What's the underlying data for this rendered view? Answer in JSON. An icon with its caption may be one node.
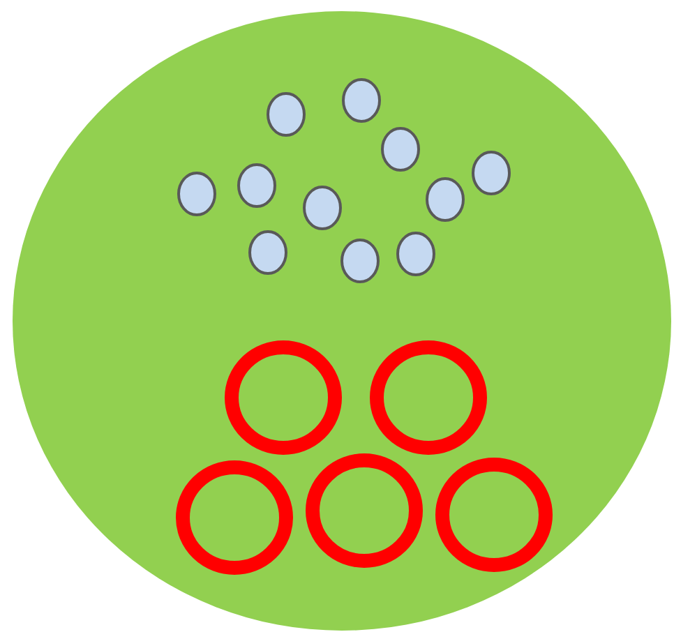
{
  "diagram": {
    "nodes": [
      {
        "text": [],
        "shape": "circle"
      },
      {
        "text": [],
        "shape": "circle",
        "in": 0
      },
      {
        "text": [],
        "shape": "circle",
        "in": 0
      },
      {
        "text": [],
        "shape": "circle",
        "in": 0
      },
      {
        "text": [],
        "shape": "circle",
        "in": 0
      },
      {
        "text": [],
        "shape": "circle",
        "in": 0
      },
      {
        "text": [],
        "shape": "circle",
        "in": 0
      },
      {
        "text": [],
        "shape": "circle",
        "in": 0
      },
      {
        "text": [],
        "shape": "circle",
        "in": 0
      },
      {
        "text": [],
        "shape": "circle",
        "in": 0
      },
      {
        "text": [],
        "shape": "circle",
        "in": 0
      },
      {
        "text": [],
        "shape": "circle",
        "in": 0
      },
      {
        "text": [],
        "shape": "ring",
        "in": 0
      },
      {
        "text": [],
        "shape": "ring",
        "in": 0
      },
      {
        "text": [],
        "shape": "ring",
        "in": 0
      },
      {
        "text": [],
        "shape": "ring",
        "in": 0
      },
      {
        "text": [],
        "shape": "ring",
        "in": 0
      }
    ]
  }
}
